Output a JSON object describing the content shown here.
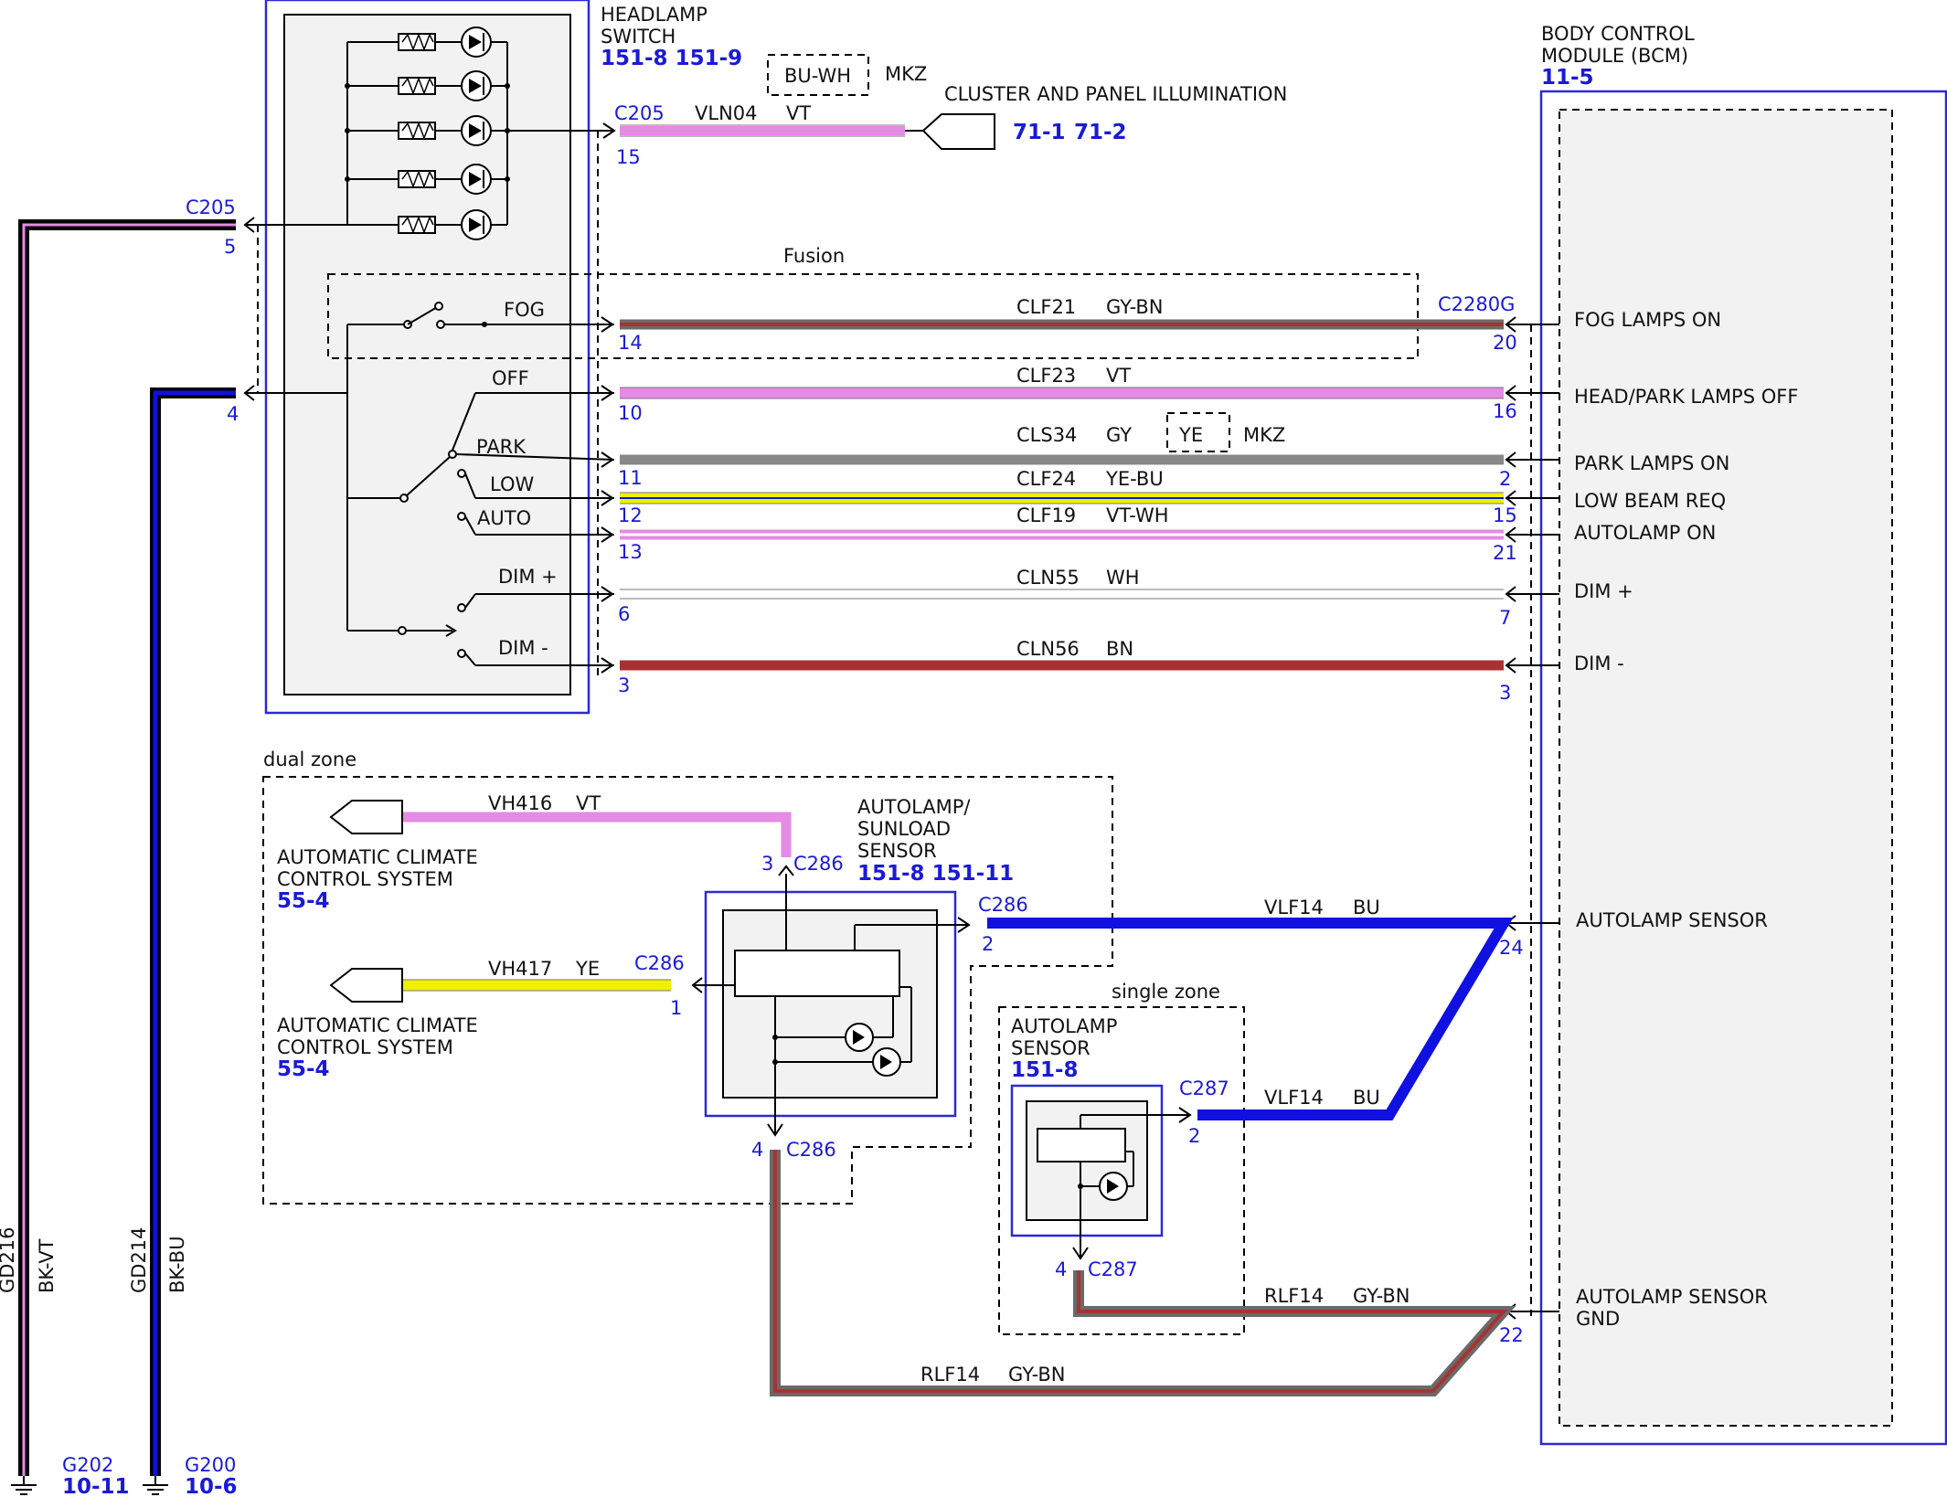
{
  "headlamp_switch": {
    "title1": "HEADLAMP",
    "title2": "SWITCH",
    "ref": "151-8 151-9",
    "positions": {
      "fog": "FOG",
      "off": "OFF",
      "park": "PARK",
      "low": "LOW",
      "auto": "AUTO",
      "dim_plus": "DIM +",
      "dim_minus": "DIM -"
    }
  },
  "bcm": {
    "title1": "BODY CONTROL",
    "title2": "MODULE (BCM)",
    "ref": "11-5"
  },
  "cluster": {
    "label": "CLUSTER AND PANEL ILLUMINATION",
    "ref1": "71-1",
    "ref2": "71-2"
  },
  "mkz_option": {
    "color": "BU-WH",
    "label": "MKZ"
  },
  "fusion_label": "Fusion",
  "ye_option": {
    "color": "YE",
    "label": "MKZ"
  },
  "left_connector": {
    "name": "C205",
    "pin5": "5",
    "pin4": "4"
  },
  "cluster_conn": {
    "name": "C205",
    "pin": "15",
    "circuit": "VLN04",
    "color": "VT"
  },
  "bcm_connector": "C2280G",
  "wires": [
    {
      "circuit": "CLF21",
      "color": "GY-BN",
      "left_pin": "14",
      "right_pin": "20",
      "signal": "FOG LAMPS ON"
    },
    {
      "circuit": "CLF23",
      "color": "VT",
      "left_pin": "10",
      "right_pin": "16",
      "signal": "HEAD/PARK LAMPS OFF"
    },
    {
      "circuit": "CLS34",
      "color": "GY",
      "left_pin": "11",
      "right_pin": "2",
      "signal": "PARK LAMPS ON"
    },
    {
      "circuit": "CLF24",
      "color": "YE-BU",
      "left_pin": "12",
      "right_pin": "15",
      "signal": "LOW BEAM REQ"
    },
    {
      "circuit": "CLF19",
      "color": "VT-WH",
      "left_pin": "13",
      "right_pin": "21",
      "signal": "AUTOLAMP ON"
    },
    {
      "circuit": "CLN55",
      "color": "WH",
      "left_pin": "6",
      "right_pin": "7",
      "signal": "DIM +"
    },
    {
      "circuit": "CLN56",
      "color": "BN",
      "left_pin": "3",
      "right_pin": "3",
      "signal": "DIM -"
    }
  ],
  "dual_zone": {
    "label": "dual zone",
    "sensor": {
      "title1": "AUTOLAMP/",
      "title2": "SUNLOAD",
      "title3": "SENSOR",
      "ref": "151-8   151-11"
    },
    "vh416": {
      "circuit": "VH416",
      "color": "VT",
      "pin": "3",
      "conn": "C286"
    },
    "vh417": {
      "circuit": "VH417",
      "color": "YE",
      "pin": "1",
      "conn": "C286"
    },
    "out": {
      "pin": "2",
      "conn": "C286"
    },
    "gnd": {
      "pin": "4",
      "conn": "C286"
    },
    "acc1": {
      "line1": "AUTOMATIC CLIMATE",
      "line2": "CONTROL SYSTEM",
      "ref": "55-4"
    },
    "acc2": {
      "line1": "AUTOMATIC CLIMATE",
      "line2": "CONTROL SYSTEM",
      "ref": "55-4"
    }
  },
  "single_zone": {
    "label": "single zone",
    "sensor": {
      "title1": "AUTOLAMP",
      "title2": "SENSOR",
      "ref": "151-8"
    },
    "out": {
      "pin": "2",
      "conn": "C287"
    },
    "gnd": {
      "pin": "4",
      "conn": "C287"
    }
  },
  "sensor_wires": {
    "vlf14_a": {
      "circuit": "VLF14",
      "color": "BU"
    },
    "vlf14_b": {
      "circuit": "VLF14",
      "color": "BU"
    },
    "rlf14_a": {
      "circuit": "RLF14",
      "color": "GY-BN"
    },
    "rlf14_b": {
      "circuit": "RLF14",
      "color": "GY-BN"
    },
    "bcm_sensor_pin": "24",
    "bcm_sensor_signal": "AUTOLAMP SENSOR",
    "bcm_gnd_pin": "22",
    "bcm_gnd_signal1": "AUTOLAMP SENSOR",
    "bcm_gnd_signal2": "GND"
  },
  "grounds": [
    {
      "circuit": "GD216",
      "color": "BK-VT",
      "ground": "G202",
      "ref": "10-11"
    },
    {
      "circuit": "GD214",
      "color": "BK-BU",
      "ground": "G200",
      "ref": "10-6"
    }
  ],
  "wire_colors": {
    "VT": "#e58ae5",
    "GY": "#888888",
    "BN": "#a83232",
    "YE": "#f0f000",
    "BU": "#1010e0",
    "BK": "#000000",
    "WH": "#ffffff"
  }
}
